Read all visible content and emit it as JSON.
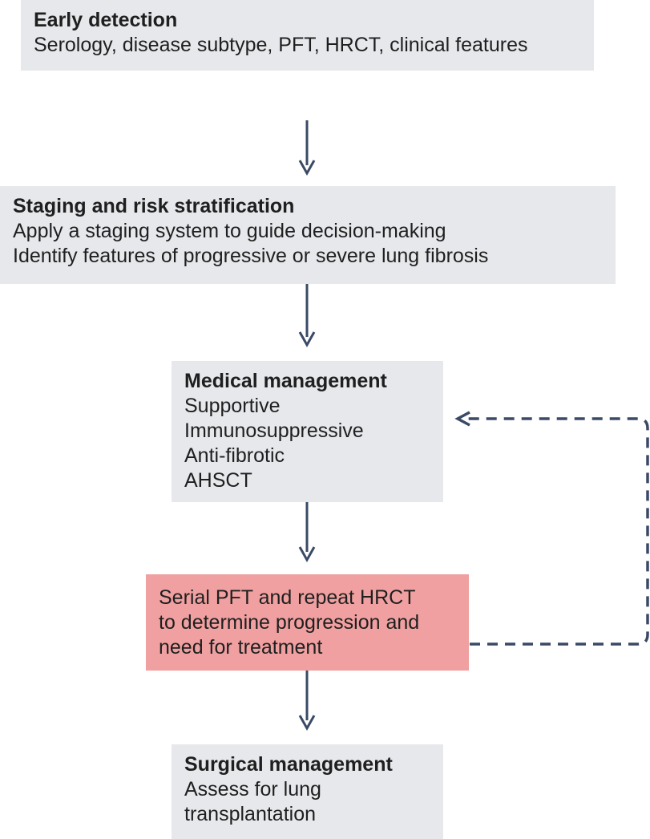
{
  "colors": {
    "box_fill": "#e6e8eb",
    "highlight_fill": "#f0a0a0",
    "arrow": "#3a4a66",
    "text": "#1f1f1f"
  },
  "steps": [
    {
      "title": "Early detection",
      "lines": [
        "Serology, disease subtype, PFT, HRCT, clinical features"
      ]
    },
    {
      "title": "Staging and risk stratification",
      "lines": [
        "Apply a staging system to guide decision-making",
        "Identify features of progressive or severe lung fibrosis"
      ]
    },
    {
      "title": "Medical management",
      "lines": [
        "Supportive",
        "Immunosuppressive",
        "Anti-fibrotic",
        "AHSCT"
      ]
    },
    {
      "title": "",
      "lines": [
        "Serial PFT and repeat HRCT",
        "to determine progression and",
        "need for treatment"
      ]
    },
    {
      "title": "Surgical management",
      "lines": [
        "Assess for lung",
        "transplantation"
      ]
    }
  ]
}
